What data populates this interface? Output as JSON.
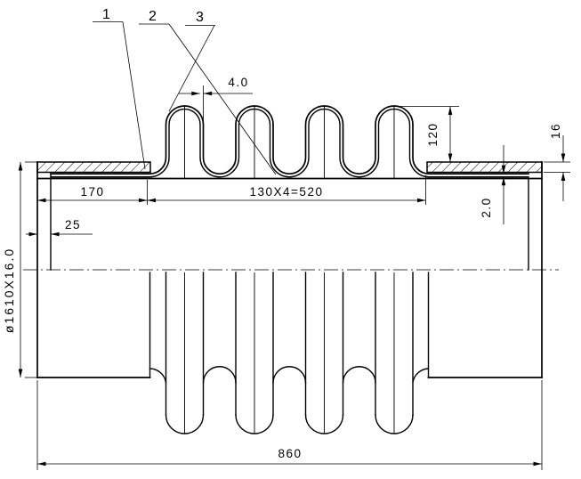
{
  "drawing": {
    "title": "bellows-expansion-joint-section-drawing",
    "background": "#ffffff",
    "line_color": "#000000",
    "callouts": [
      {
        "label": "1"
      },
      {
        "label": "2"
      },
      {
        "label": "3"
      }
    ],
    "dimensions": {
      "bellows_wall": "4.0",
      "convolution_height": "120",
      "collar_thickness": "16",
      "end_length": "170",
      "convolution_pitch": "130X4=520",
      "pipe_end_offset": "25",
      "pipe_size": "ø1610X16.0",
      "tangent_thickness": "2.0",
      "overall_length": "860"
    }
  }
}
